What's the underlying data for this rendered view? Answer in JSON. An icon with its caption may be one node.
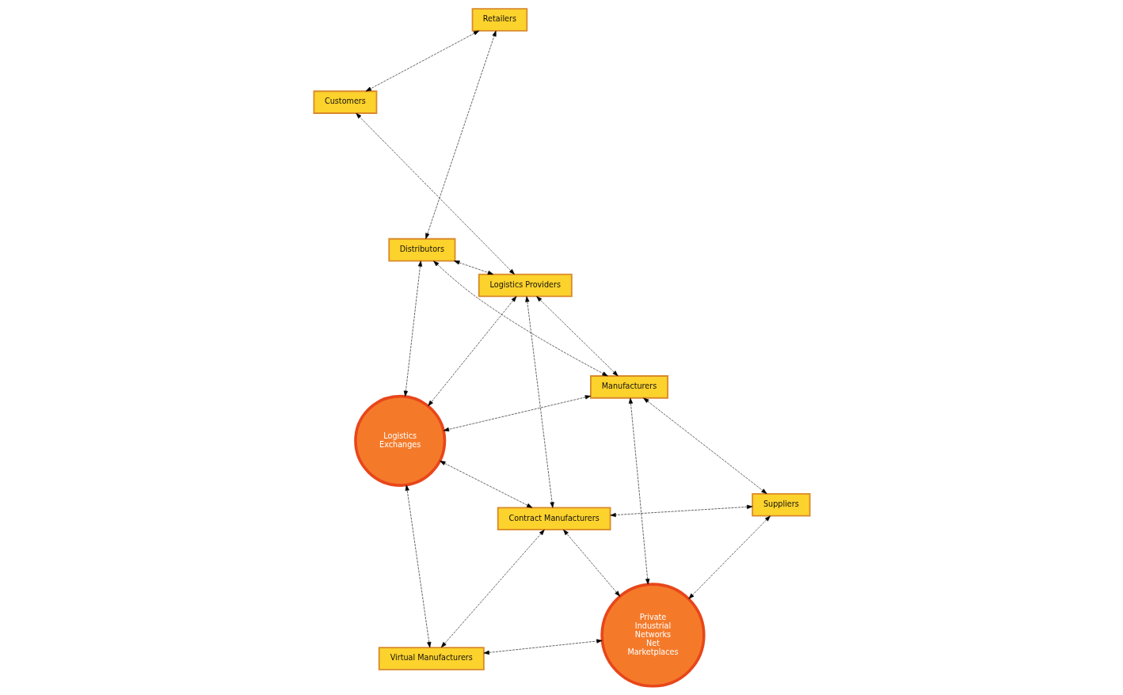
{
  "diagram": {
    "nodes": [
      {
        "text": [
          "Distributors"
        ]
      },
      {
        "text": [
          "Retailers"
        ]
      },
      {
        "text": [
          "Manufacturers"
        ]
      },
      {
        "text": [
          "Suppliers"
        ]
      },
      {
        "text": [
          "Logistics Providers"
        ]
      },
      {
        "text": [
          "Customers"
        ]
      },
      {
        "text": [
          "Virtual Manufacturers"
        ]
      },
      {
        "text": [
          "Private Industrial Networks",
          "Net Marketplaces"
        ]
      },
      {
        "text": [
          "Logistics Exchanges"
        ]
      },
      {
        "text": [
          "Contract Manufacturers"
        ]
      }
    ],
    "edges": [
      {
        "from": 0,
        "to": 1,
        "arrow": "both",
        "style": "dashed"
      },
      {
        "from": 0,
        "to": 2,
        "arrow": "both",
        "style": "dashed"
      },
      {
        "from": 0,
        "to": 4,
        "arrow": "both",
        "style": "dashed"
      },
      {
        "from": 0,
        "to": 8,
        "arrow": "both",
        "style": "dashed"
      },
      {
        "from": 2,
        "to": 3,
        "arrow": "both",
        "style": "dashed"
      },
      {
        "from": 2,
        "to": 4,
        "arrow": "both",
        "style": "dashed"
      },
      {
        "from": 2,
        "to": 7,
        "arrow": "both",
        "style": "dashed"
      },
      {
        "from": 2,
        "to": 8,
        "arrow": "both",
        "style": "dashed"
      },
      {
        "from": 1,
        "to": 5,
        "arrow": "both",
        "style": "dashed"
      },
      {
        "from": 4,
        "to": 5,
        "arrow": "both",
        "style": "dashed"
      },
      {
        "from": 4,
        "to": 9,
        "arrow": "both",
        "style": "dashed"
      },
      {
        "from": 4,
        "to": 8,
        "arrow": "both",
        "style": "dashed"
      },
      {
        "from": 3,
        "to": 7,
        "arrow": "both",
        "style": "dashed"
      },
      {
        "from": 3,
        "to": 9,
        "arrow": "both",
        "style": "dashed"
      },
      {
        "from": 6,
        "to": 7,
        "arrow": "both",
        "style": "dashed"
      },
      {
        "from": 6,
        "to": 9,
        "arrow": "both",
        "style": "dashed"
      },
      {
        "from": 6,
        "to": 8,
        "arrow": "both",
        "style": "dashed"
      },
      {
        "from": 7,
        "to": 9,
        "arrow": "both",
        "style": "dashed"
      },
      {
        "from": 8,
        "to": 9,
        "arrow": "both",
        "style": "dashed"
      }
    ]
  }
}
